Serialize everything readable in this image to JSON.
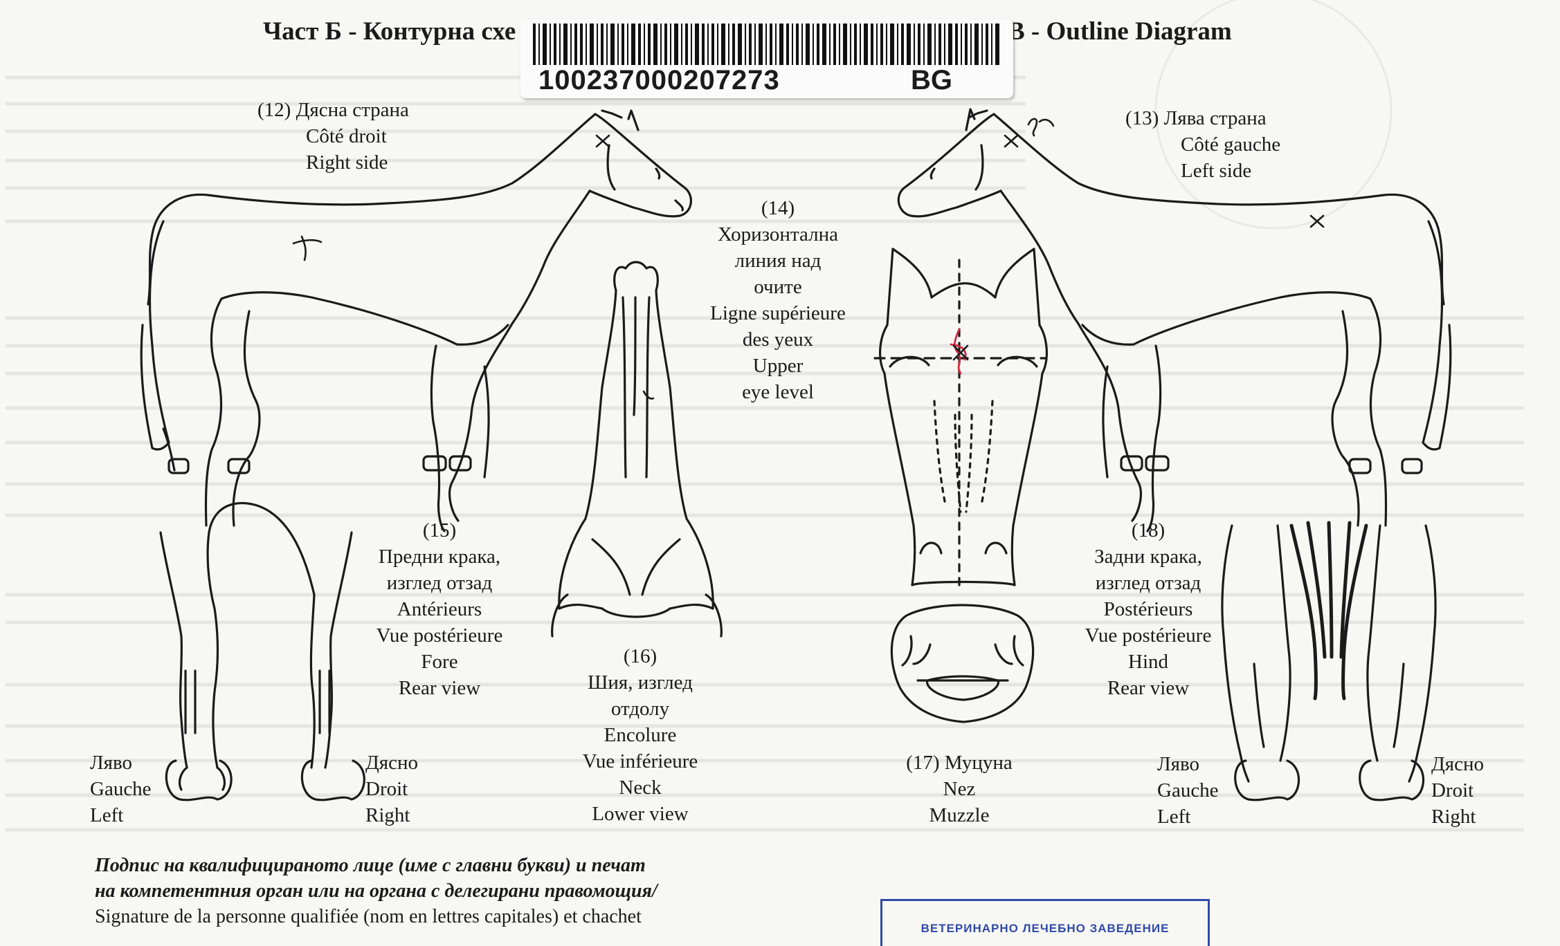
{
  "header": {
    "left": "Част Б - Контурна схе",
    "right": "rt B - Outline Diagram"
  },
  "barcode": {
    "number": "100237000207273",
    "country": "BG"
  },
  "labels": {
    "right_side": {
      "num": "(12)",
      "bg": "Дясна страна",
      "fr": "Côté droit",
      "en": "Right side"
    },
    "left_side": {
      "num": "(13)",
      "bg": "Лява страна",
      "fr": "Côté gauche",
      "en": "Left side"
    },
    "eye_level": {
      "num": "(14)",
      "bg1": "Хоризонтална",
      "bg2": "линия над",
      "bg3": "очите",
      "fr1": "Ligne supérieure",
      "fr2": "des yeux",
      "en1": "Upper",
      "en2": "eye level"
    },
    "fore": {
      "num": "(15)",
      "bg1": "Предни крака,",
      "bg2": "изглед отзад",
      "fr1": "Antérieurs",
      "fr2": "Vue postérieure",
      "en1": "Fore",
      "en2": "Rear view"
    },
    "neck": {
      "num": "(16)",
      "bg1": "Шия, изглед",
      "bg2": "отдолу",
      "fr1": "Encolure",
      "fr2": "Vue inférieure",
      "en1": "Neck",
      "en2": "Lower view"
    },
    "muzzle": {
      "num_bg": "(17) Муцуна",
      "fr": "Nez",
      "en": "Muzzle"
    },
    "hind": {
      "num": "(18)",
      "bg1": "Задни крака,",
      "bg2": "изглед отзад",
      "fr1": "Postérieurs",
      "fr2": "Vue postérieure",
      "en1": "Hind",
      "en2": "Rear view"
    },
    "fore_left": {
      "bg": "Ляво",
      "fr": "Gauche",
      "en": "Left"
    },
    "fore_right": {
      "bg": "Дясно",
      "fr": "Droit",
      "en": "Right"
    },
    "hind_left": {
      "bg": "Ляво",
      "fr": "Gauche",
      "en": "Left"
    },
    "hind_right": {
      "bg": "Дясно",
      "fr": "Droit",
      "en": "Right"
    }
  },
  "footer": {
    "line1": "Подпис на квалифицираното лице (име с главни букви) и печат",
    "line2": "на компетентния орган или на органа с делегирани правомощия/",
    "line3": "Signature de la personne qualifiée (nom en lettres capitales) et chachet"
  },
  "stamp": {
    "text": "ВЕТЕРИНАРНО ЛЕЧЕБНО ЗАВЕДЕНИЕ"
  },
  "colors": {
    "ink": "#1b1b1b",
    "marker_red": "#d2283c",
    "stamp_blue": "#2f4aa8"
  }
}
